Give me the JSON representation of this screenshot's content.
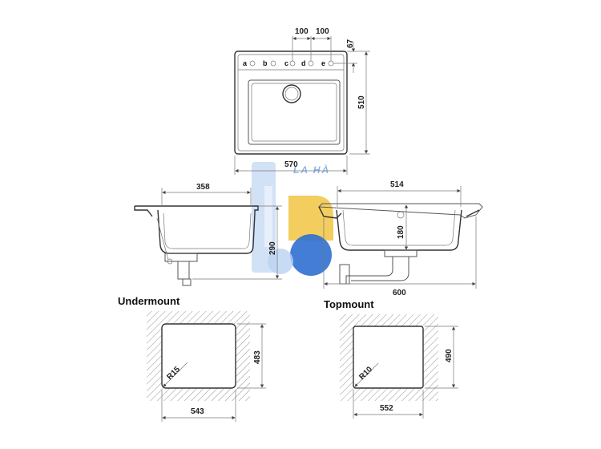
{
  "top_view": {
    "dim_hole_spacing_1": "100",
    "dim_hole_spacing_2": "100",
    "dim_hole_offset": "67",
    "dim_depth": "510",
    "dim_width": "570",
    "tap_holes": [
      "a",
      "b",
      "c",
      "d",
      "e"
    ]
  },
  "watermark": {
    "text": "LA HÀ"
  },
  "side_view": {
    "dim_bowl_length": "358",
    "dim_height": "290"
  },
  "front_view": {
    "dim_bowl_width": "514",
    "dim_height": "180",
    "dim_overall_width": "600"
  },
  "undermount": {
    "title": "Undermount",
    "dim_width": "543",
    "dim_height": "483",
    "radius": "R15"
  },
  "topmount": {
    "title": "Topmount",
    "dim_width": "552",
    "dim_height": "490",
    "radius": "R10"
  },
  "colors": {
    "watermark_blue": "#2f6fd0",
    "watermark_light": "#b9d2f2",
    "line": "#555555"
  }
}
